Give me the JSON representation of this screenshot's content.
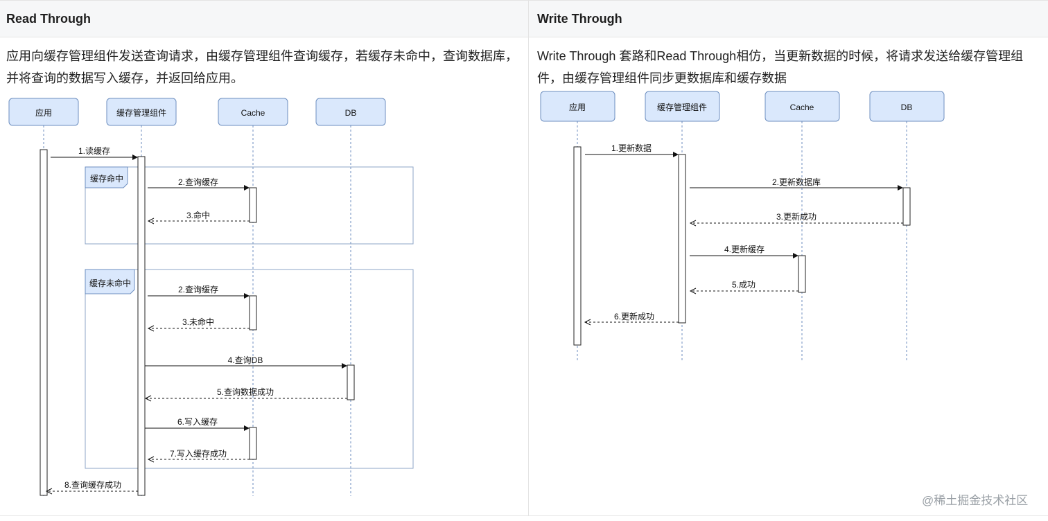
{
  "read_through": {
    "title": "Read Through",
    "description": "应用向缓存管理组件发送查询请求，由缓存管理组件查询缓存，若缓存未命中，查询数据库，并将查询的数据写入缓存，并返回给应用。",
    "participants": [
      "应用",
      "缓存管理组件",
      "Cache",
      "DB"
    ],
    "frames": [
      "缓存命中",
      "缓存未命中"
    ],
    "messages": [
      "1.读缓存",
      "2.查询缓存",
      "3.命中",
      "2.查询缓存",
      "3.未命中",
      "4.查询DB",
      "5.查询数据成功",
      "6.写入缓存",
      "7.写入缓存成功",
      "8.查询缓存成功"
    ]
  },
  "write_through": {
    "title": "Write Through",
    "description": "Write Through 套路和Read Through相仿，当更新数据的时候，将请求发送给缓存管理组件，由缓存管理组件同步更数据库和缓存数据",
    "participants": [
      "应用",
      "缓存管理组件",
      "Cache",
      "DB"
    ],
    "messages": [
      "1.更新数据",
      "2.更新数据库",
      "3.更新成功",
      "4.更新缓存",
      "5.成功",
      "6.更新成功"
    ]
  },
  "watermark": "@稀土掘金技术社区",
  "colors": {
    "participant_fill": "#dae8fc",
    "participant_stroke": "#6c8ebf",
    "header_bg": "#f6f7f8"
  }
}
